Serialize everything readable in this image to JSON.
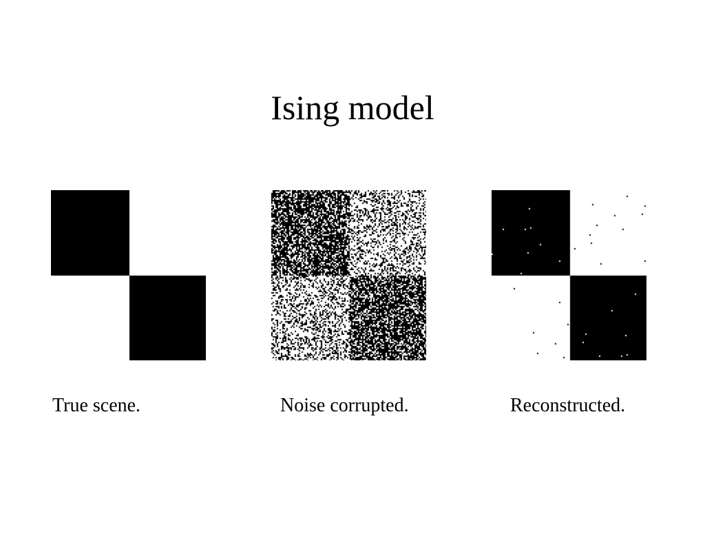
{
  "slide": {
    "title": "Ising model"
  },
  "panels": [
    {
      "id": "true",
      "caption": "True scene.",
      "grid": [
        [
          1,
          0
        ],
        [
          0,
          1
        ]
      ],
      "flip_fraction": 0.0
    },
    {
      "id": "noisy",
      "caption": "Noise corrupted.",
      "grid": [
        [
          1,
          0
        ],
        [
          0,
          1
        ]
      ],
      "flip_fraction": 0.3
    },
    {
      "id": "recon",
      "caption": "Reconstructed.",
      "grid": [
        [
          1,
          0
        ],
        [
          0,
          1
        ]
      ],
      "flip_fraction": 0.002
    }
  ],
  "colors": {
    "on": "#000000",
    "off": "#ffffff"
  }
}
